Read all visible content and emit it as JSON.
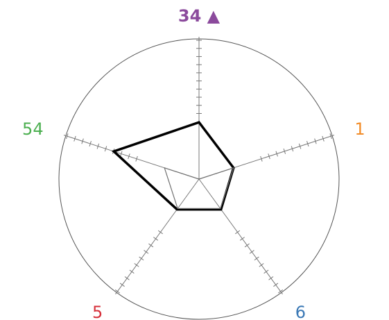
{
  "chart_data": {
    "type": "radar",
    "title": "",
    "axes": [
      {
        "label": "34",
        "marker": "▲",
        "color": "#8B4A9C",
        "bold": true
      },
      {
        "label": "1",
        "color": "#F28C28"
      },
      {
        "label": "6",
        "color": "#3A78B5"
      },
      {
        "label": "5",
        "color": "#D6303A"
      },
      {
        "label": "54",
        "color": "#4CAF50"
      }
    ],
    "rlim": [
      0,
      10
    ],
    "ticks_per_axis": 10,
    "grid": true,
    "series": [
      {
        "values": [
          5,
          3.2,
          3.3,
          3.3,
          7.9
        ],
        "color": "#000000",
        "style": "thick"
      },
      {
        "values": [
          0,
          3.2,
          3.2,
          3.2,
          3.2
        ],
        "color": "#707070",
        "style": "thin"
      }
    ]
  }
}
